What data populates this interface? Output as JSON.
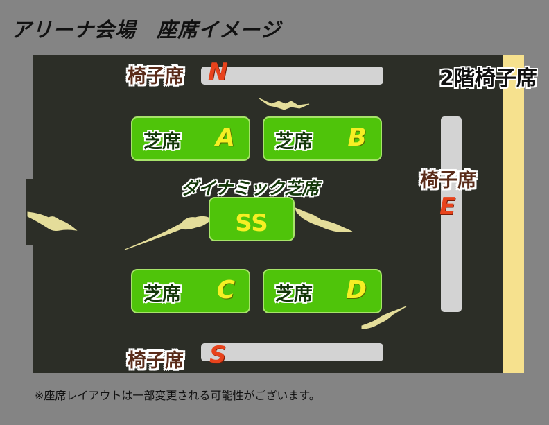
{
  "title": "アリーナ会場　座席イメージ",
  "floor2_label": "2階椅子席",
  "chair_label": "椅子席",
  "north": {
    "label": "椅子席",
    "code": "N"
  },
  "south": {
    "label": "椅子席",
    "code": "S"
  },
  "east": {
    "label": "椅子席",
    "code": "E"
  },
  "blocks": [
    {
      "label": "芝席",
      "code": "A"
    },
    {
      "label": "芝席",
      "code": "B"
    },
    {
      "label": "芝席",
      "code": "C"
    },
    {
      "label": "芝席",
      "code": "D"
    }
  ],
  "dynamic": {
    "label": "ダイナミック芝席",
    "code": "SS"
  },
  "note": "※座席レイアウトは一部変更される可能性がございます。",
  "colors": {
    "background": "#848484",
    "arena": "#2c2e27",
    "lawn": "#4fc40a",
    "chair_bar": "#d3d3d3",
    "floor2": "#f6e18e",
    "code_red": "#e8431c",
    "code_yellow": "#f6ef24"
  }
}
